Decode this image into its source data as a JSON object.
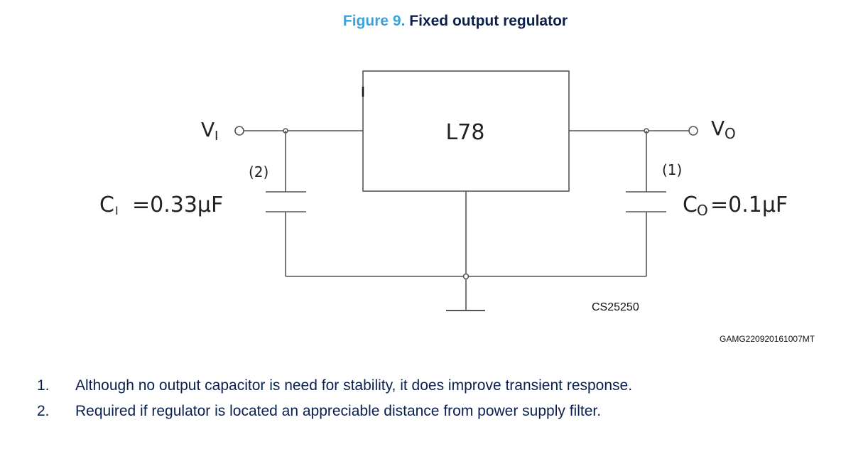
{
  "figure": {
    "number_label": "Figure 9.",
    "caption": "Fixed output regulator"
  },
  "schematic": {
    "ic_label": "L78",
    "input_label": "V",
    "input_sub": "I",
    "output_label": "V",
    "output_sub": "O",
    "cin_label": "C",
    "cin_sub": "I",
    "cin_value": "=0.33µF",
    "cout_label": "C",
    "cout_sub": "O",
    "cout_value": "=0.1µF",
    "cin_note": "(2)",
    "cout_note": "(1)",
    "drawing_code": "CS25250"
  },
  "doc_code": "GAMG220920161007MT",
  "notes": [
    {
      "num": "1.",
      "text": "Although no output capacitor is need for stability, it does improve transient response."
    },
    {
      "num": "2.",
      "text": "Required if regulator is located an appreciable distance from power supply filter."
    }
  ],
  "colors": {
    "figure_number": "#3aa3dc",
    "caption": "#0b1f4d",
    "wire": "#555555"
  }
}
